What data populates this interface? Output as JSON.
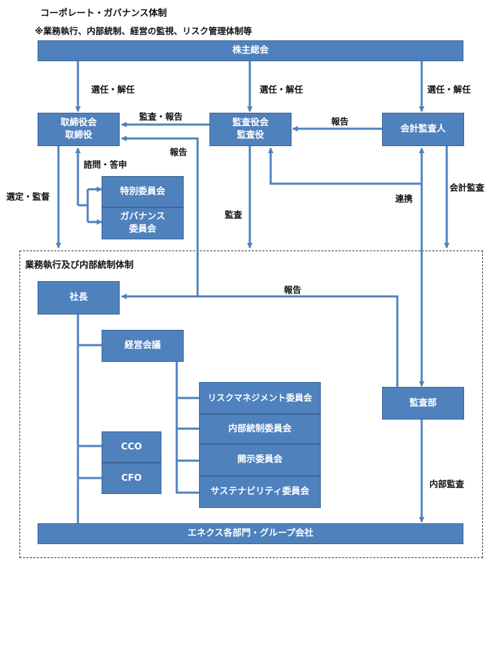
{
  "header": {
    "title": "コーポレート・ガバナンス体制",
    "subtitle": "※業務執行、内部統制、経営の監視、リスク管理体制等"
  },
  "nodes": {
    "shareholders": "株主総会",
    "board_line1": "取締役会",
    "board_line2": "取締役",
    "audit_board_line1": "監査役会",
    "audit_board_line2": "監査役",
    "accounting_auditor": "会計監査人",
    "special_committee": "特別委員会",
    "governance_line1": "ガバナンス",
    "governance_line2": "委員会",
    "president": "社長",
    "management_meeting": "経営会議",
    "risk_committee": "リスクマネジメント委員会",
    "internal_control_committee": "内部統制委員会",
    "disclosure_committee": "開示委員会",
    "sustainability_committee": "サステナビリティ委員会",
    "cco": "CCO",
    "cfo": "CFO",
    "audit_dept": "監査部",
    "divisions": "エネクス各部門・グループ会社"
  },
  "labels": {
    "elect_dismiss_1": "選任・解任",
    "elect_dismiss_2": "選任・解任",
    "elect_dismiss_3": "選任・解任",
    "audit_report": "監査・報告",
    "report_acct_to_audit": "報告",
    "report_to_board": "報告",
    "consult_answer": "諮問・答申",
    "select_supervise": "選定・監督",
    "audit": "監査",
    "cooperation": "連携",
    "accounting_audit": "会計監査",
    "report_to_president": "報告",
    "internal_audit": "内部監査"
  },
  "section": {
    "execution_label": "業務執行及び内部統制体制"
  },
  "colors": {
    "box_fill": "#4f81bd",
    "line": "#4f81bd"
  }
}
